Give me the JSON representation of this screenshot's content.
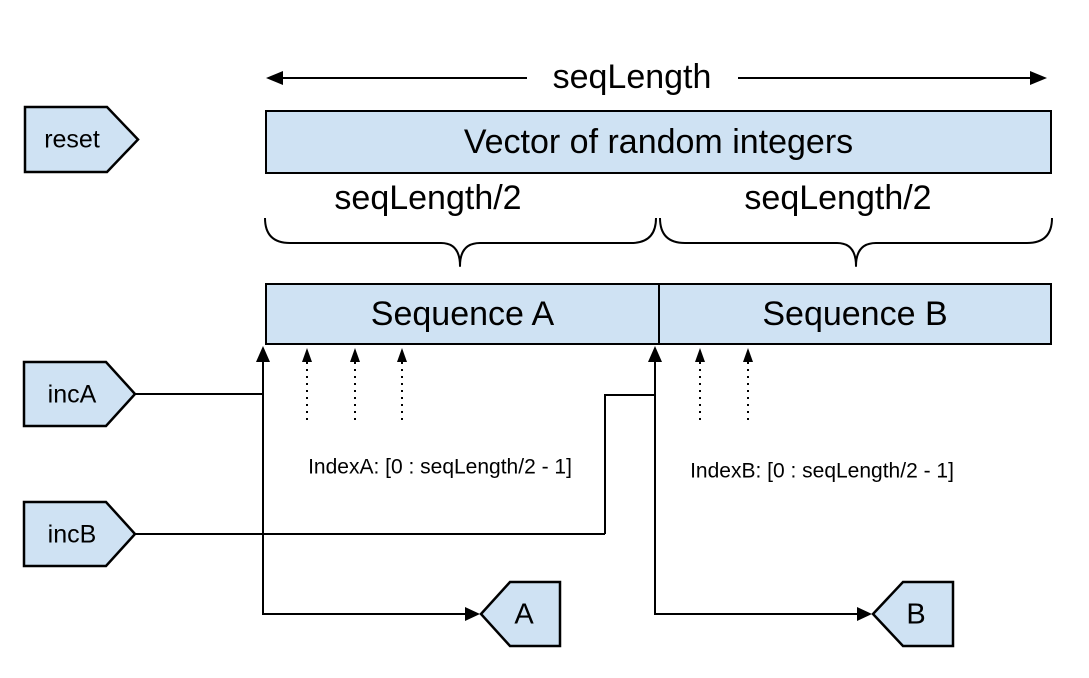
{
  "colors": {
    "shape_fill": "#cfe2f3",
    "shape_stroke": "#000000",
    "line": "#000000",
    "background": "#ffffff",
    "text": "#000000"
  },
  "top": {
    "seq_length_label": "seqLength"
  },
  "vector": {
    "label": "Vector of random integers"
  },
  "halves": {
    "left_label": "seqLength/2",
    "right_label": "seqLength/2"
  },
  "sequences": {
    "a_label": "Sequence A",
    "b_label": "Sequence B"
  },
  "indices": {
    "index_a": "IndexA: [0 : seqLength/2 - 1]",
    "index_b": "IndexB: [0 : seqLength/2 - 1]"
  },
  "input_tags": {
    "reset": "reset",
    "inc_a": "incA",
    "inc_b": "incB"
  },
  "output_tags": {
    "a": "A",
    "b": "B"
  }
}
